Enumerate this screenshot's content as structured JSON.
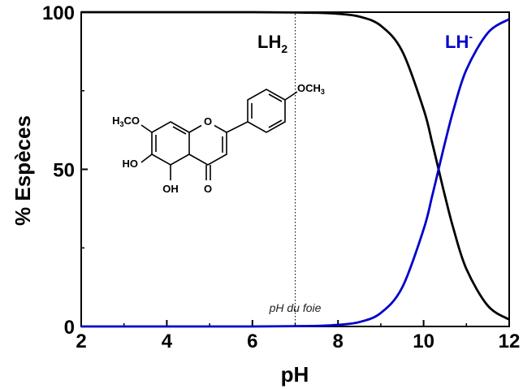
{
  "chart_data": {
    "type": "line",
    "xlabel": "pH",
    "ylabel": "% Espèces",
    "xlim": [
      2,
      12
    ],
    "ylim": [
      0,
      100
    ],
    "x_ticks": [
      "2",
      "4",
      "6",
      "8",
      "10",
      "12"
    ],
    "y_ticks": [
      "0",
      "50",
      "100"
    ],
    "grid": false,
    "series": [
      {
        "name": "LH2",
        "label_main": "LH",
        "label_script": "2",
        "color": "#000000",
        "x": [
          2,
          3,
          4,
          5,
          6,
          7,
          7.5,
          8,
          8.5,
          9,
          9.5,
          10,
          10.2,
          10.35,
          10.5,
          10.7,
          11,
          11.5,
          12
        ],
        "y": [
          100,
          100,
          100,
          100,
          100,
          99.9,
          99.8,
          99.5,
          98.6,
          95.7,
          87.6,
          69.1,
          58.5,
          50,
          41.5,
          31,
          18.3,
          6.6,
          2.2
        ]
      },
      {
        "name": "LH-",
        "label_main": "LH",
        "label_script": "-",
        "color": "#0000cc",
        "x": [
          2,
          3,
          4,
          5,
          6,
          7,
          7.5,
          8,
          8.5,
          9,
          9.5,
          10,
          10.2,
          10.35,
          10.5,
          10.7,
          11,
          11.5,
          12
        ],
        "y": [
          0,
          0,
          0,
          0,
          0,
          0.1,
          0.2,
          0.5,
          1.4,
          4.3,
          12.4,
          30.9,
          41.5,
          50,
          58.5,
          69,
          81.7,
          93.4,
          97.8
        ]
      }
    ],
    "annotations": [
      {
        "text": "pH du foie",
        "x": 7
      }
    ]
  },
  "molecule": {
    "labels": {
      "och3_main": "OCH",
      "och3_sub": "3",
      "h3co_h": "H",
      "h3co_sub": "3",
      "h3co_rest": "CO",
      "ho_top": "HO",
      "ho_bottom": "OH",
      "ring_o": "O",
      "carbonyl_o": "O"
    }
  }
}
